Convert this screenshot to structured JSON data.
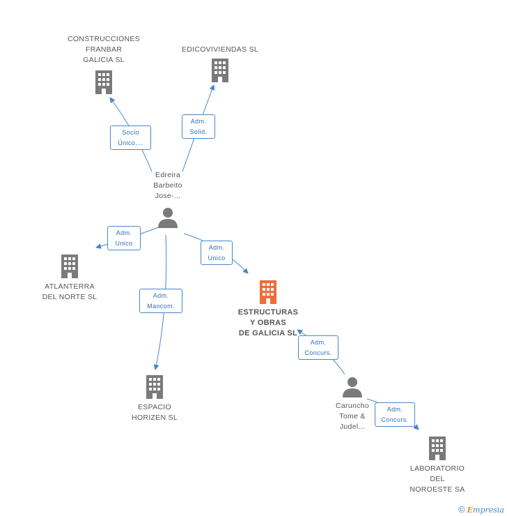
{
  "colors": {
    "node": "#7a7a7a",
    "main": "#f26b3a",
    "edge": "#4a86c8"
  },
  "nodes": {
    "franbar": {
      "label": "CONSTRUCCIONES\nFRANBAR\nGALICIA  SL",
      "icon": "building-icon"
    },
    "edico": {
      "label": "EDICOVIVIENDAS SL",
      "icon": "building-icon"
    },
    "edreira": {
      "label": "Edreira\nBarbeito\nJose-...",
      "icon": "person-icon"
    },
    "atlanterra": {
      "label": "ATLANTERRA\nDEL NORTE  SL",
      "icon": "building-icon"
    },
    "estructuras": {
      "label": "ESTRUCTURAS\nY OBRAS\nDE GALICIA SL",
      "icon": "building-icon"
    },
    "espacio": {
      "label": "ESPACIO\nHORIZEN SL",
      "icon": "building-icon"
    },
    "caruncho": {
      "label": "Caruncho\nTome &\nJudel...",
      "icon": "person-icon"
    },
    "laboratorio": {
      "label": "LABORATORIO\nDEL\nNOROESTE SA",
      "icon": "building-icon"
    }
  },
  "edges": {
    "e1": {
      "label": "Socio\nÚnico,..."
    },
    "e2": {
      "label": "Adm.\nSolid."
    },
    "e3": {
      "label": "Adm.\nUnico"
    },
    "e4": {
      "label": "Adm.\nUnico"
    },
    "e5": {
      "label": "Adm.\nMancom."
    },
    "e6": {
      "label": "Adm.\nConcurs."
    },
    "e7": {
      "label": "Adm.\nConcurs."
    }
  },
  "footer": {
    "copyright": "©",
    "brand_first": "E",
    "brand_rest": "mpresia"
  }
}
